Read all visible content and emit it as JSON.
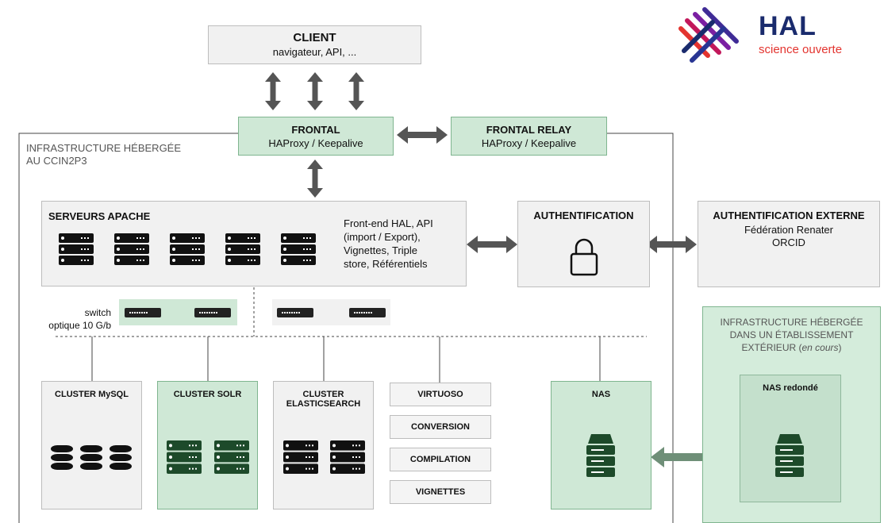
{
  "logo": {
    "name": "HAL",
    "tagline": "science ouverte"
  },
  "client": {
    "title": "CLIENT",
    "subtitle": "navigateur, API, ..."
  },
  "frontal": {
    "title": "FRONTAL",
    "subtitle": "HAProxy / Keepalive"
  },
  "frontal_relay": {
    "title": "FRONTAL RELAY",
    "subtitle": "HAProxy / Keepalive"
  },
  "infra_main": {
    "line1": "INFRASTRUCTURE HÉBERGÉE",
    "line2": "AU CCIN2P3"
  },
  "apache": {
    "title": "SERVEURS APACHE",
    "desc": [
      "Front-end HAL, API",
      "(import / Export),",
      "Vignettes, Triple",
      "store, Référentiels"
    ]
  },
  "auth": {
    "title": "AUTHENTIFICATION"
  },
  "auth_ext": {
    "title": "AUTHENTIFICATION EXTERNE",
    "line1": "Fédération Renater",
    "line2": "ORCID"
  },
  "switch": {
    "line1": "switch",
    "line2": "optique 10 G/b"
  },
  "clusters": {
    "mysql": "CLUSTER MySQL",
    "solr": "CLUSTER SOLR",
    "es_line1": "CLUSTER",
    "es_line2": "ELASTICSEARCH"
  },
  "services": [
    "VIRTUOSO",
    "CONVERSION",
    "COMPILATION",
    "VIGNETTES"
  ],
  "nas": {
    "title": "NAS"
  },
  "infra_ext": {
    "line1": "INFRASTRUCTURE HÉBERGÉE",
    "line2": "DANS UN ÉTABLISSEMENT",
    "line3": "EXTÉRIEUR (",
    "line3_em": "en cours",
    "line3_end": ")",
    "nas_title": "NAS redondé"
  },
  "colors": {
    "green_fill": "#cfe8d6",
    "green_border": "#7fb58f",
    "grey_fill": "#f1f1f1",
    "arrow": "#555555",
    "hal_blue": "#1a2b6d",
    "hal_red": "#e3342f"
  }
}
